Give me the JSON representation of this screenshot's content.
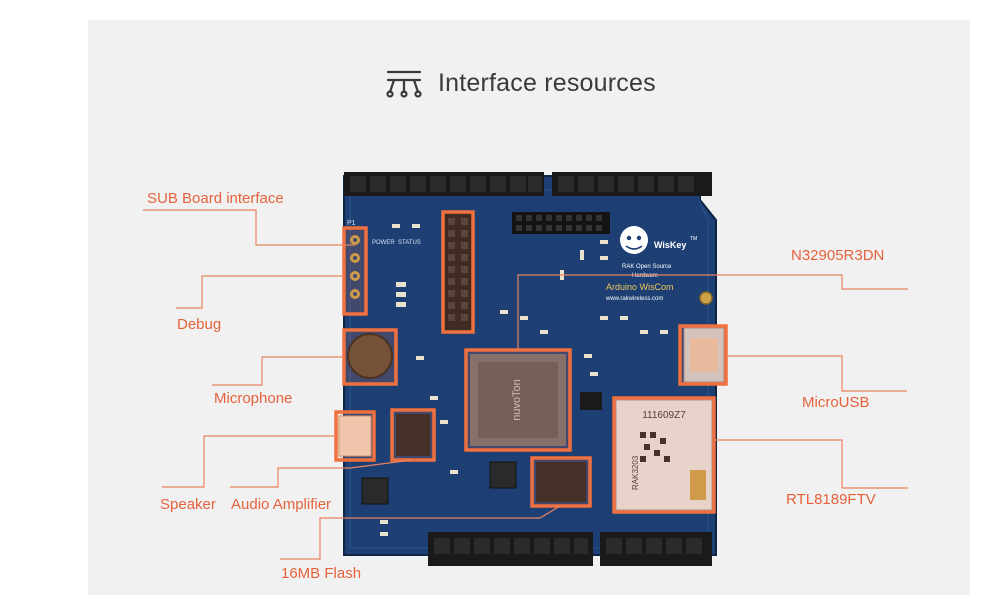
{
  "title": {
    "text": "Interface resources",
    "icon": "network-tree-icon"
  },
  "board_text": {
    "brand": "WisKey",
    "tm": "TM",
    "line1": "RAK Open Source",
    "line2": "Hardware",
    "product": "Arduino WisCom",
    "url": "www.rakwireless.com",
    "power": "POWER",
    "status": "STATUS",
    "chip_brand": "nuvoTon",
    "wifi_serial": "111609Z7",
    "wifi_model": "RAK3203",
    "p1": "P1"
  },
  "labels": {
    "sub_board": "SUB Board interface",
    "debug": "Debug",
    "microphone": "Microphone",
    "speaker": "Speaker",
    "audio_amplifier": "Audio Amplifier",
    "flash": "16MB Flash",
    "mcu": "N32905R3DN",
    "microusb": "MicroUSB",
    "wifi": "RTL8189FTV"
  },
  "colors": {
    "accent": "#e5623c",
    "pcb": "#1d3f74",
    "panel": "#f1f1f1"
  }
}
